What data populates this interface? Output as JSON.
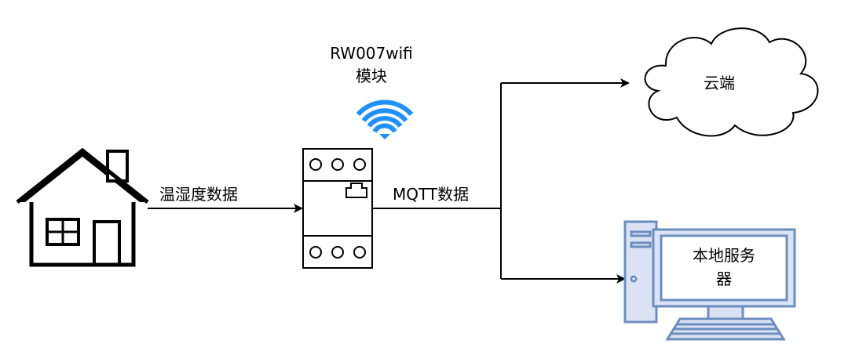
{
  "labels": {
    "wifi_module": "RW007wifi\n模块",
    "sensor_data": "温湿度数据",
    "mqtt_data": "MQTT数据",
    "cloud": "云端",
    "local_server": "本地服务\n器"
  },
  "icons": {
    "house": "house-icon",
    "module": "wifi-module-device-icon",
    "wifi": "wifi-signal-icon",
    "cloud": "cloud-icon",
    "server": "desktop-computer-icon"
  },
  "colors": {
    "stroke": "#000000",
    "wifi": "#1e90ff",
    "computer_fill": "#dae3f3",
    "computer_stroke": "#6c8ebf"
  }
}
